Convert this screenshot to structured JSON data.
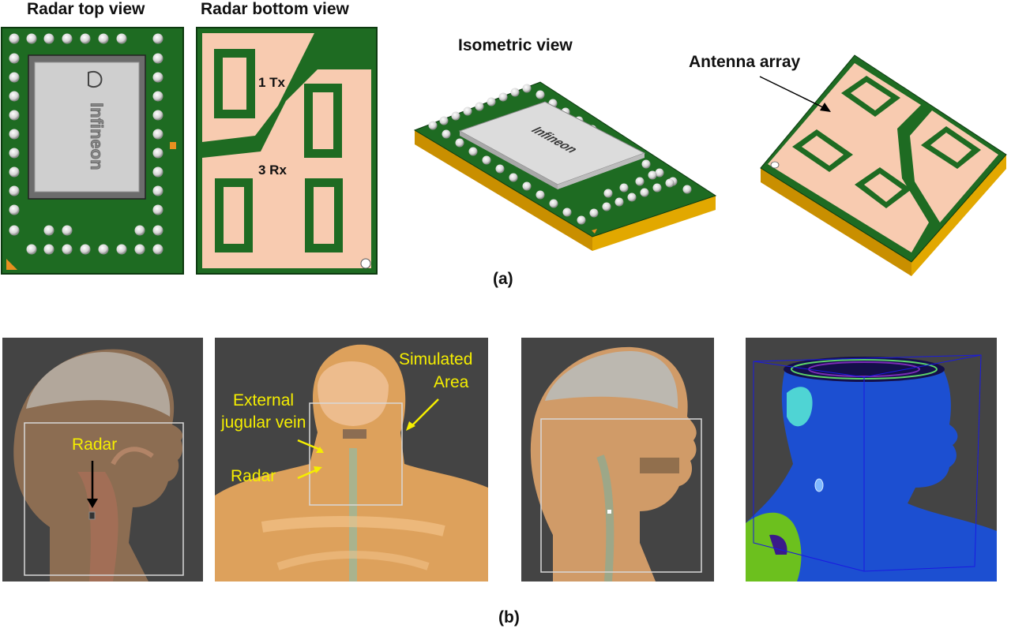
{
  "part_a": {
    "top_view_title": "Radar top view",
    "bottom_view_title": "Radar bottom view",
    "iso_view_title": "Isometric view",
    "antenna_title": "Antenna array",
    "tx_label": "1 Tx",
    "rx_label": "3 Rx",
    "chip_brand": "Infineon",
    "caption": "(a)"
  },
  "part_b": {
    "radar_label_1": "Radar",
    "simulated_label_line1": "Simulated",
    "simulated_label_line2": "Area",
    "jugular_label_line1": "External",
    "jugular_label_line2": "jugular vein",
    "radar_label_2": "Radar",
    "caption": "(b)"
  },
  "colors": {
    "pcb_green": "#1e6b22",
    "pad_copper": "#f8cbb0",
    "substrate_gold": "#e2a800",
    "annotation_yellow": "#f5ee00",
    "panel_bg": "#444444",
    "mesh_blue": "#1c4fd1"
  }
}
